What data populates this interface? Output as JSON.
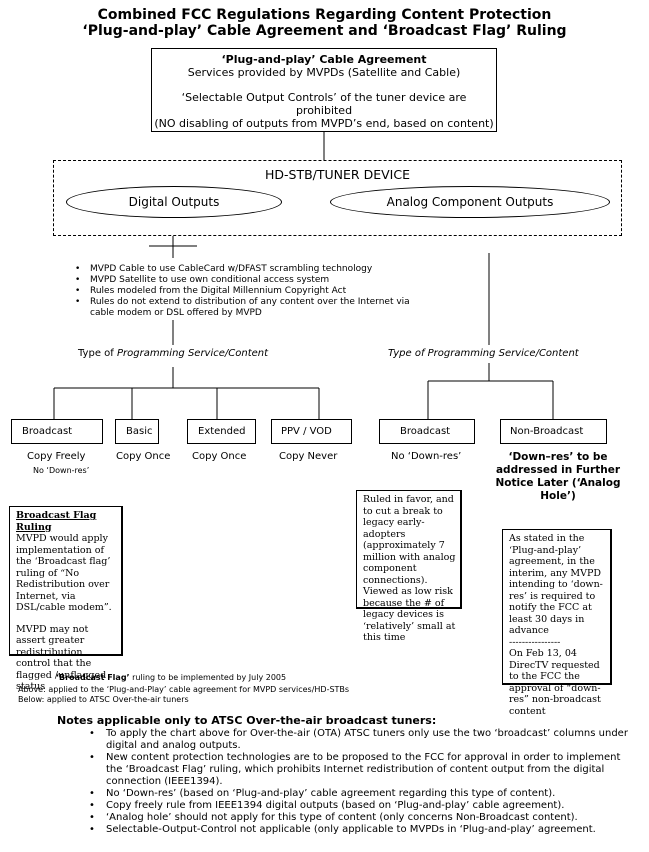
{
  "title": {
    "line1": "Combined FCC Regulations Regarding Content Protection",
    "line2": "‘Plug-and-play’ Cable Agreement and ‘Broadcast Flag’ Ruling"
  },
  "top_box": {
    "heading": "‘Plug-and-play’ Cable Agreement",
    "line1": "Services provided by MVPDs (Satellite and Cable)",
    "line2": "‘Selectable Output Controls’ of the tuner device are prohibited",
    "line3": "(NO disabling of outputs from MVPD’s end, based on content)"
  },
  "device": {
    "title": "HD-STB/TUNER DEVICE",
    "digital": "Digital Outputs",
    "analog": "Analog Component Outputs"
  },
  "digital_bullets": [
    "MVPD Cable to use CableCard w/DFAST scrambling technology",
    "MVPD Satellite to use own conditional access system",
    "Rules modeled from the Digital Millennium Copyright Act",
    "Rules do not extend to distribution of any content over the Internet via cable modem or DSL offered by MVPD"
  ],
  "type_label": {
    "prefix": "Type of ",
    "italic": "Programming Service/Content"
  },
  "type_label_analog": "Type of Programming Service/Content",
  "digital_boxes": [
    {
      "label": "Broadcast",
      "sub": "Copy Freely",
      "sub2": "No ‘Down-res’"
    },
    {
      "label": "Basic",
      "sub": "Copy Once"
    },
    {
      "label": "Extended",
      "sub": "Copy Once"
    },
    {
      "label": "PPV / VOD",
      "sub": "Copy Never"
    }
  ],
  "analog_boxes": [
    {
      "label": "Broadcast",
      "sub": "No ‘Down-res’"
    },
    {
      "label": "Non-Broadcast",
      "sub": "‘Down–res’ to be addressed in Further Notice Later (‘Analog Hole’)"
    }
  ],
  "broadcast_flag_box": {
    "heading": "Broadcast Flag Ruling",
    "para1": "MVPD would apply implementation of the ‘Broadcast flag’ ruling of “No Redistribution over Internet, via DSL/cable modem”.",
    "para2": "MVPD may not assert greater redistribution control that the flagged /unflagged status"
  },
  "analog_broadcast_note": "Ruled in favor, and to cut a break to legacy early-adopters (approximately 7 million with analog component connections). Viewed as low risk because the # of legacy devices is ‘relatively’ small at this time",
  "nonbroadcast_note": {
    "para1": "As stated in the ‘Plug-and-play’ agreement, in the interim, any MVPD intending to ‘down-res’ is required to notify the FCC at least 30 days in advance",
    "divider": "----------------",
    "para2": "On Feb 13, 04 DirecTV requested to the FCC the approval of “down-res” non-broadcast content"
  },
  "footnote": {
    "bold": "‘Broadcast Flag’",
    "rest": " ruling to be implemented by July 2005",
    "line2": "Above: applied to the ‘Plug-and-Play’ cable agreement for MVPD services/HD-STBs",
    "line3": "Below: applied to ATSC Over-the-air tuners"
  },
  "notes": {
    "heading": "Notes applicable only to ATSC Over-the-air broadcast tuners:",
    "items": [
      "To apply the chart above for Over-the-air (OTA) ATSC tuners only use the two ‘broadcast’ columns under digital and analog outputs.",
      "New content protection technologies are to be proposed to the FCC for approval in order to implement the ‘Broadcast Flag’ ruling, which prohibits Internet redistribution of content output from the digital connection (IEEE1394).",
      "No ‘Down-res’ (based on ‘Plug-and-play’ cable agreement regarding this type of content).",
      "Copy freely rule from IEEE1394 digital outputs (based on ‘Plug-and-play’ cable agreement).",
      "‘Analog hole’ should not apply for this type of content (only concerns Non-Broadcast content).",
      "Selectable-Output-Control not applicable (only applicable to MVPDs in ‘Plug-and-play’ agreement."
    ]
  }
}
